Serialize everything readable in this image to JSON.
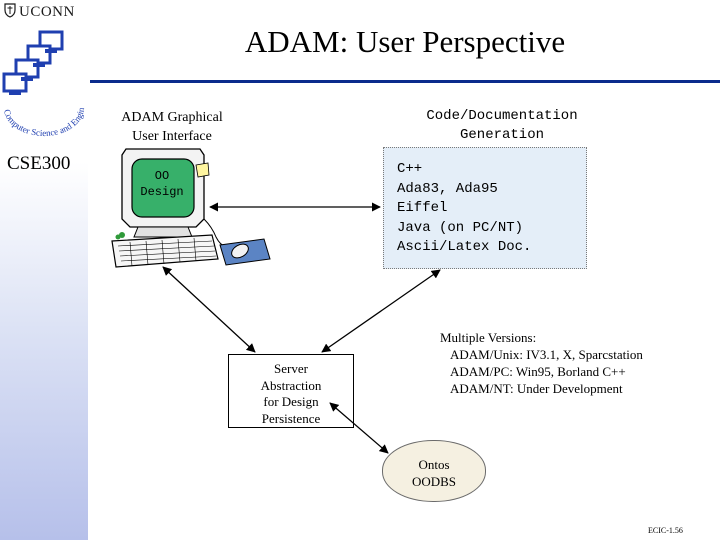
{
  "header": {
    "university": "UCONN",
    "title": "ADAM: User Perspective",
    "course": "CSE300",
    "logo_ring_text": "Computer Science and Engineering"
  },
  "diagram": {
    "gui_label_line1": "ADAM Graphical",
    "gui_label_line2": "User Interface",
    "screen_line1": "OO",
    "screen_line2": "Design",
    "code_label_line1": "Code/Documentation",
    "code_label_line2": "Generation",
    "code_items": [
      "C++",
      "Ada83, Ada95",
      "Eiffel",
      "Java (on PC/NT)",
      "Ascii/Latex Doc."
    ],
    "server_lines": [
      "Server",
      "Abstraction",
      "for Design",
      "Persistence"
    ],
    "versions_title": "Multiple Versions:",
    "versions_items": [
      "ADAM/Unix: IV3.1, X, Sparcstation",
      "ADAM/PC: Win95, Borland C++",
      "ADAM/NT: Under Development"
    ],
    "db_line1": "Ontos",
    "db_line2": "OODBS"
  },
  "footer": {
    "slide_id": "ECIC-1.56"
  },
  "colors": {
    "rule": "#0b2b8c",
    "logo_blue": "#1f3fb0",
    "code_box": "#e4eef8",
    "screen_green": "#37b06a",
    "db_fill": "#f5f0e1"
  }
}
